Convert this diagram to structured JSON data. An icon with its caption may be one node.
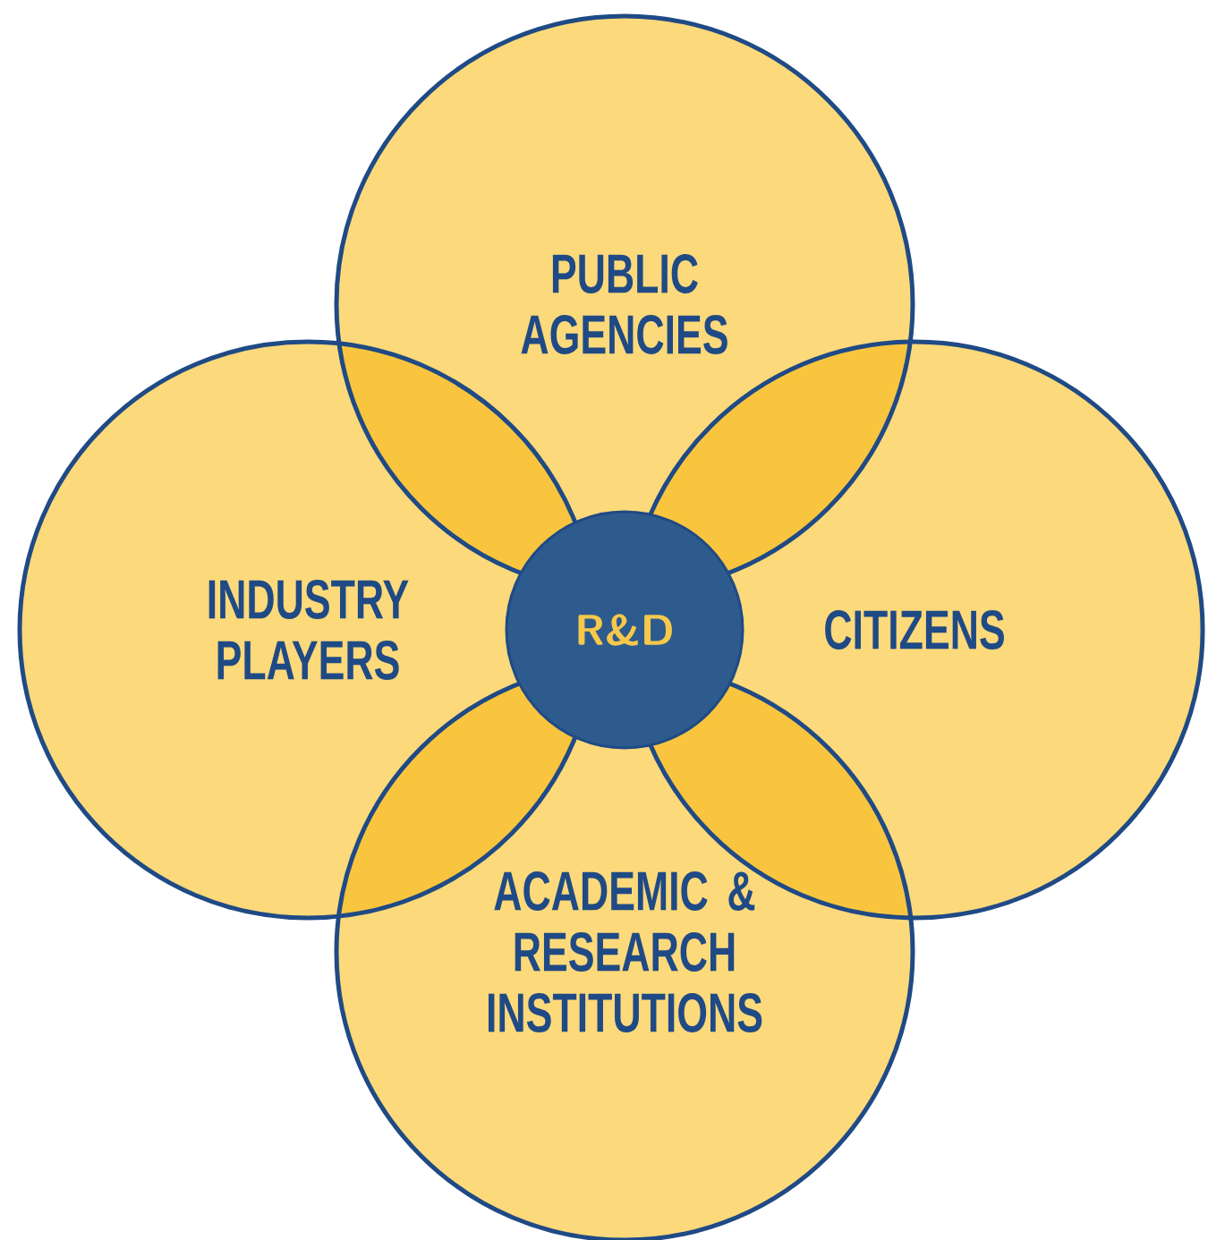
{
  "diagram": {
    "nodes": [
      {
        "text": [
          "PUBLIC AGENCIES"
        ]
      },
      {
        "text": [
          "INDUSTRY PLAYERS"
        ]
      },
      {
        "text": [
          "R&D"
        ]
      },
      {
        "text": [
          "CITIZENS"
        ]
      },
      {
        "text": [
          "ACADEMIC & RESEARCH INSTITUTIONS"
        ]
      }
    ]
  }
}
